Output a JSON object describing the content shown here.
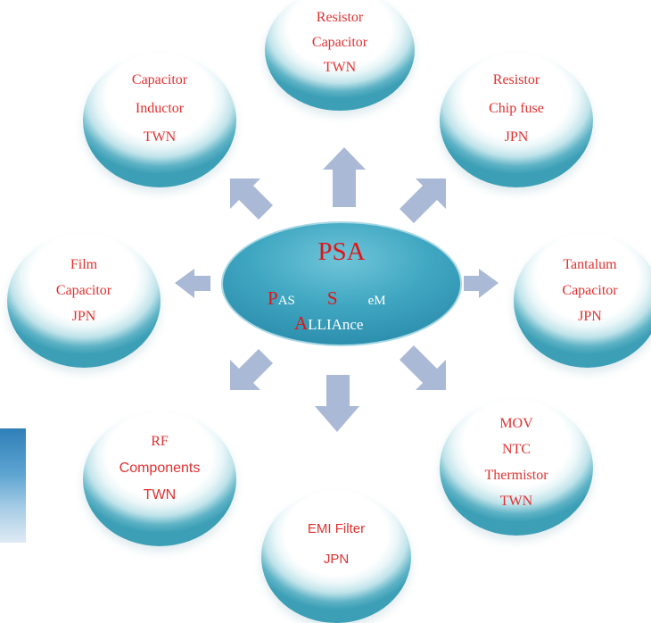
{
  "center": {
    "title": "PSA",
    "line1": {
      "initial": "P",
      "rest": "AS",
      "initial2": "S",
      "rest2": "eM"
    },
    "line2": {
      "initial": "A",
      "rest": "LLIAnce"
    }
  },
  "nodes": {
    "top": [
      "Resistor",
      "Capacitor",
      "TWN"
    ],
    "top_left": [
      "Capacitor",
      "Inductor",
      "TWN"
    ],
    "top_right": [
      "Resistor",
      "Chip fuse",
      "JPN"
    ],
    "left": [
      "Film",
      "Capacitor",
      "JPN"
    ],
    "right": [
      "Tantalum",
      "Capacitor",
      "JPN"
    ],
    "bottom_left": [
      "RF",
      "Components",
      "TWN"
    ],
    "bottom_right": [
      "MOV",
      "NTC",
      "Thermistor",
      "TWN"
    ],
    "bottom": [
      "EMI Filter",
      "JPN"
    ]
  },
  "colors": {
    "label_red": "#e03030",
    "arrow": "#a9b9d6",
    "center_fill": "#3fa6c1"
  }
}
